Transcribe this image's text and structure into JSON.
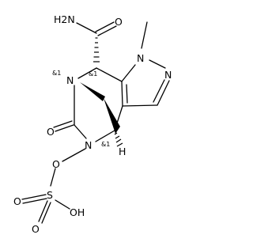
{
  "molecule": {
    "atoms": {
      "amide_nh2": "H2N",
      "amide_o": "O",
      "methyl_n": "N",
      "ring_n2": "N",
      "bridge_n": "N",
      "lactam_o": "O",
      "lactam_n": "N",
      "ester_o": "O",
      "sulfur": "S",
      "s_o_left": "O",
      "s_o_bottom": "O",
      "s_oh": "OH",
      "bridgehead_h": "H"
    },
    "stereo_labels": {
      "n_bridge": "&1",
      "c_carboxamide": "&1",
      "c_bridgehead": "&1"
    }
  }
}
